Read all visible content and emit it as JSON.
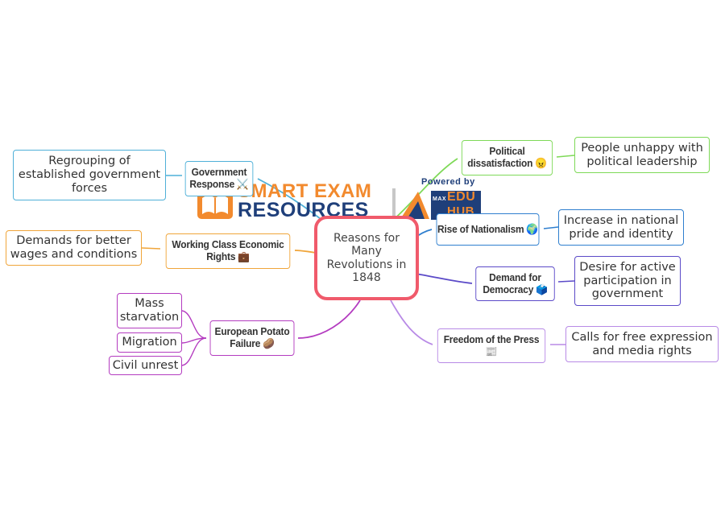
{
  "center": {
    "label": "Reasons for Many Revolutions in 1848"
  },
  "logo": {
    "line1": "SMART EXAM",
    "line2": "RESOURCES",
    "powered": "Powered by",
    "edu": "EDU",
    "hub": "HUB",
    "mini": "MAX"
  },
  "branches": {
    "government_response": {
      "label": "Government Response",
      "icon": "⚔️",
      "detail": "Regrouping of established government forces"
    },
    "working_class": {
      "label": "Working Class Economic Rights",
      "icon": "💼",
      "detail": "Demands for better wages and conditions"
    },
    "potato_failure": {
      "label": "European Potato Failure",
      "icon": "🥔",
      "details": [
        "Mass starvation",
        "Migration",
        "Civil unrest"
      ]
    },
    "political_dissatisfaction": {
      "label": "Political dissatisfaction",
      "icon": "😠",
      "detail": "People unhappy with political leadership"
    },
    "nationalism": {
      "label": "Rise of Nationalism",
      "icon": "🌍",
      "detail": "Increase in national pride and identity"
    },
    "democracy": {
      "label": "Demand for Democracy",
      "icon": "🗳️",
      "detail": "Desire for active participation in government"
    },
    "press": {
      "label": "Freedom of the Press",
      "icon": "📰",
      "detail": "Calls for free expression and media rights"
    }
  },
  "colors": {
    "center": "#f05a6b",
    "government": "#4fb0d8",
    "working_class": "#f0a53a",
    "potato": "#b43cc0",
    "political": "#7ed957",
    "nationalism": "#2f7fcf",
    "democracy": "#5b4ac8",
    "press": "#b88ae6",
    "logo_orange": "#f28a2e",
    "logo_navy": "#1f3f7a"
  }
}
